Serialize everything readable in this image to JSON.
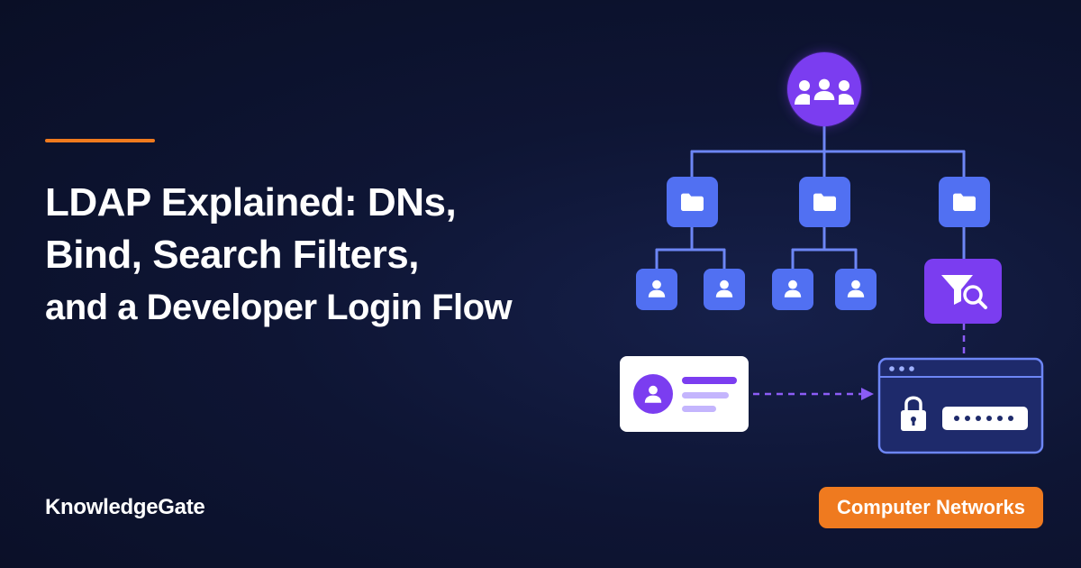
{
  "title": {
    "line1": "LDAP Explained: DNs,",
    "line2": "Bind, Search Filters,",
    "line3": "and a Developer Login Flow"
  },
  "brand": "KnowledgeGate",
  "tag": "Computer Networks",
  "colors": {
    "accent_orange": "#ef7a1f",
    "node_blue": "#4f6ef2",
    "node_purple": "#7c3aed",
    "line_blue": "#6d86f5",
    "dashed_purple": "#8b5cf6"
  },
  "icons": [
    "users-group-icon",
    "folder-icon",
    "user-icon",
    "filter-search-icon",
    "user-card-icon",
    "lock-icon",
    "password-dots-icon"
  ]
}
